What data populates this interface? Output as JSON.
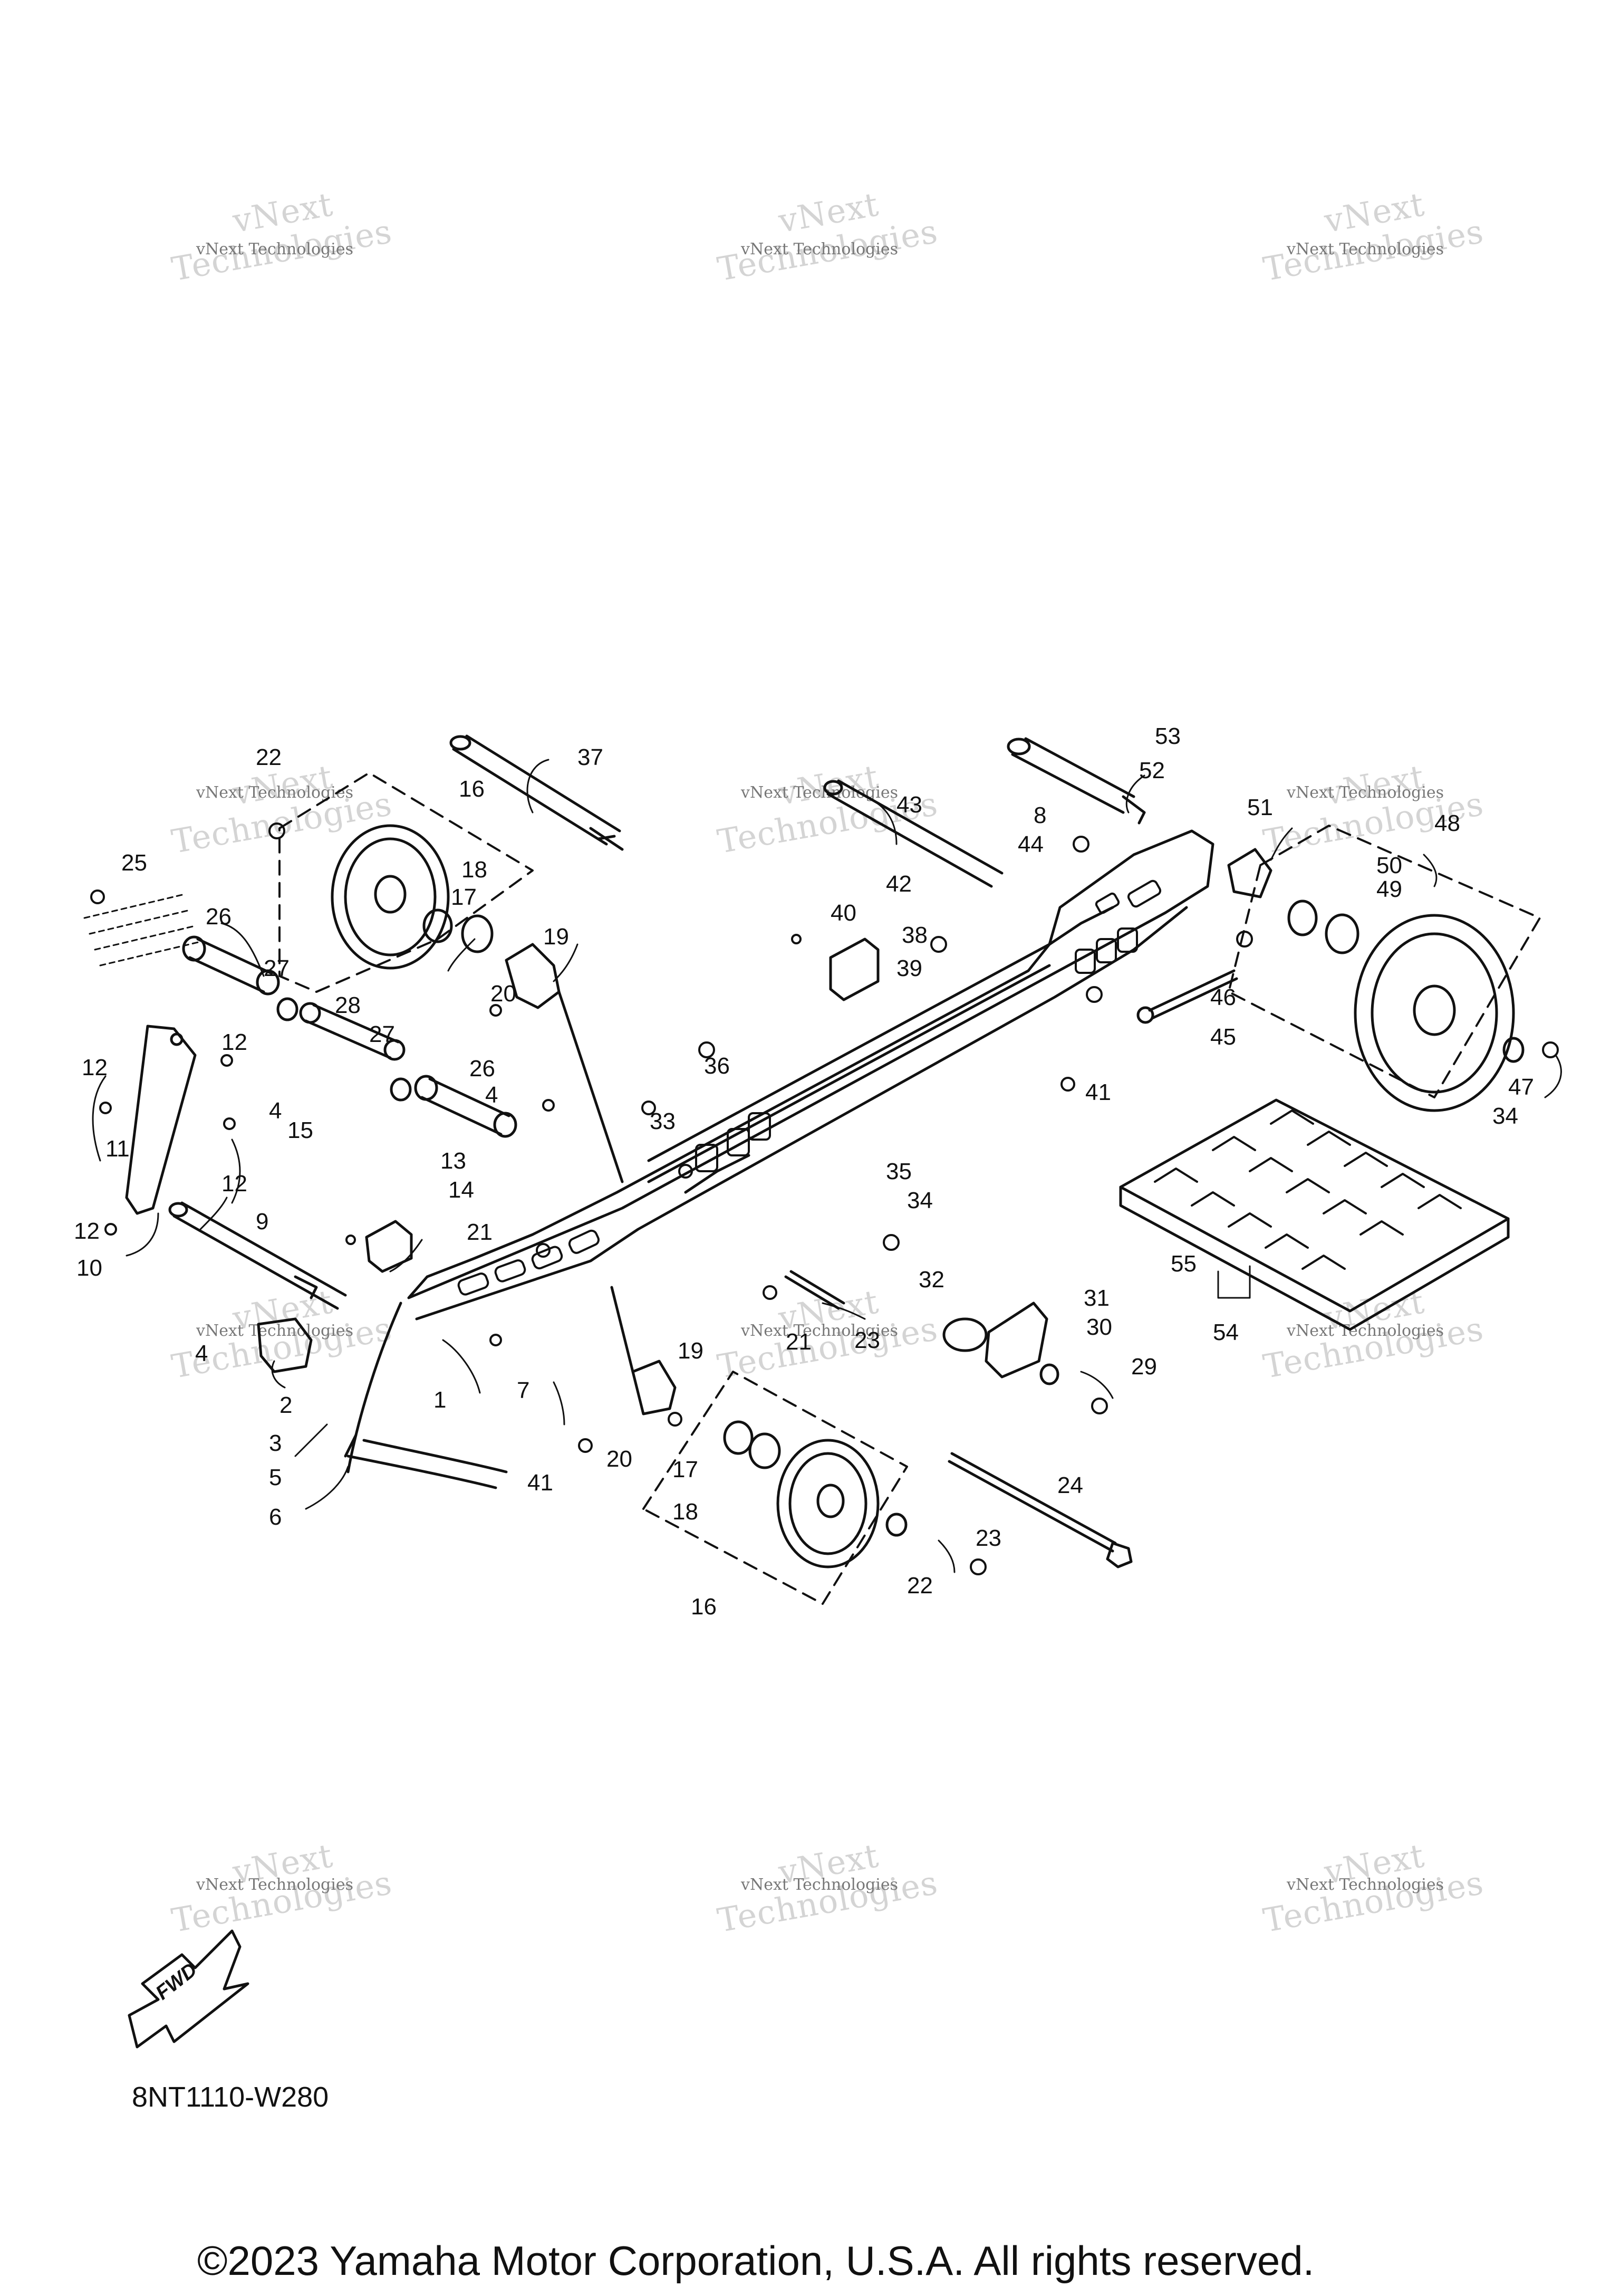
{
  "watermark": {
    "text": "vNext Technologies",
    "brand": "vNext",
    "sub": "Technologies"
  },
  "callouts": [
    "1",
    "2",
    "3",
    "4",
    "5",
    "6",
    "7",
    "8",
    "9",
    "10",
    "11",
    "12",
    "13",
    "14",
    "15",
    "16",
    "17",
    "18",
    "19",
    "20",
    "21",
    "22",
    "23",
    "24",
    "25",
    "26",
    "27",
    "28",
    "29",
    "30",
    "31",
    "32",
    "33",
    "34",
    "35",
    "36",
    "37",
    "38",
    "39",
    "40",
    "41",
    "42",
    "43",
    "44",
    "45",
    "46",
    "47",
    "48",
    "49",
    "50",
    "51",
    "52",
    "53",
    "54",
    "55"
  ],
  "fwd_label": "FWD",
  "diagram_code": "8NT1110-W280",
  "copyright": "©2023 Yamaha Motor Corporation, U.S.A. All rights reserved."
}
